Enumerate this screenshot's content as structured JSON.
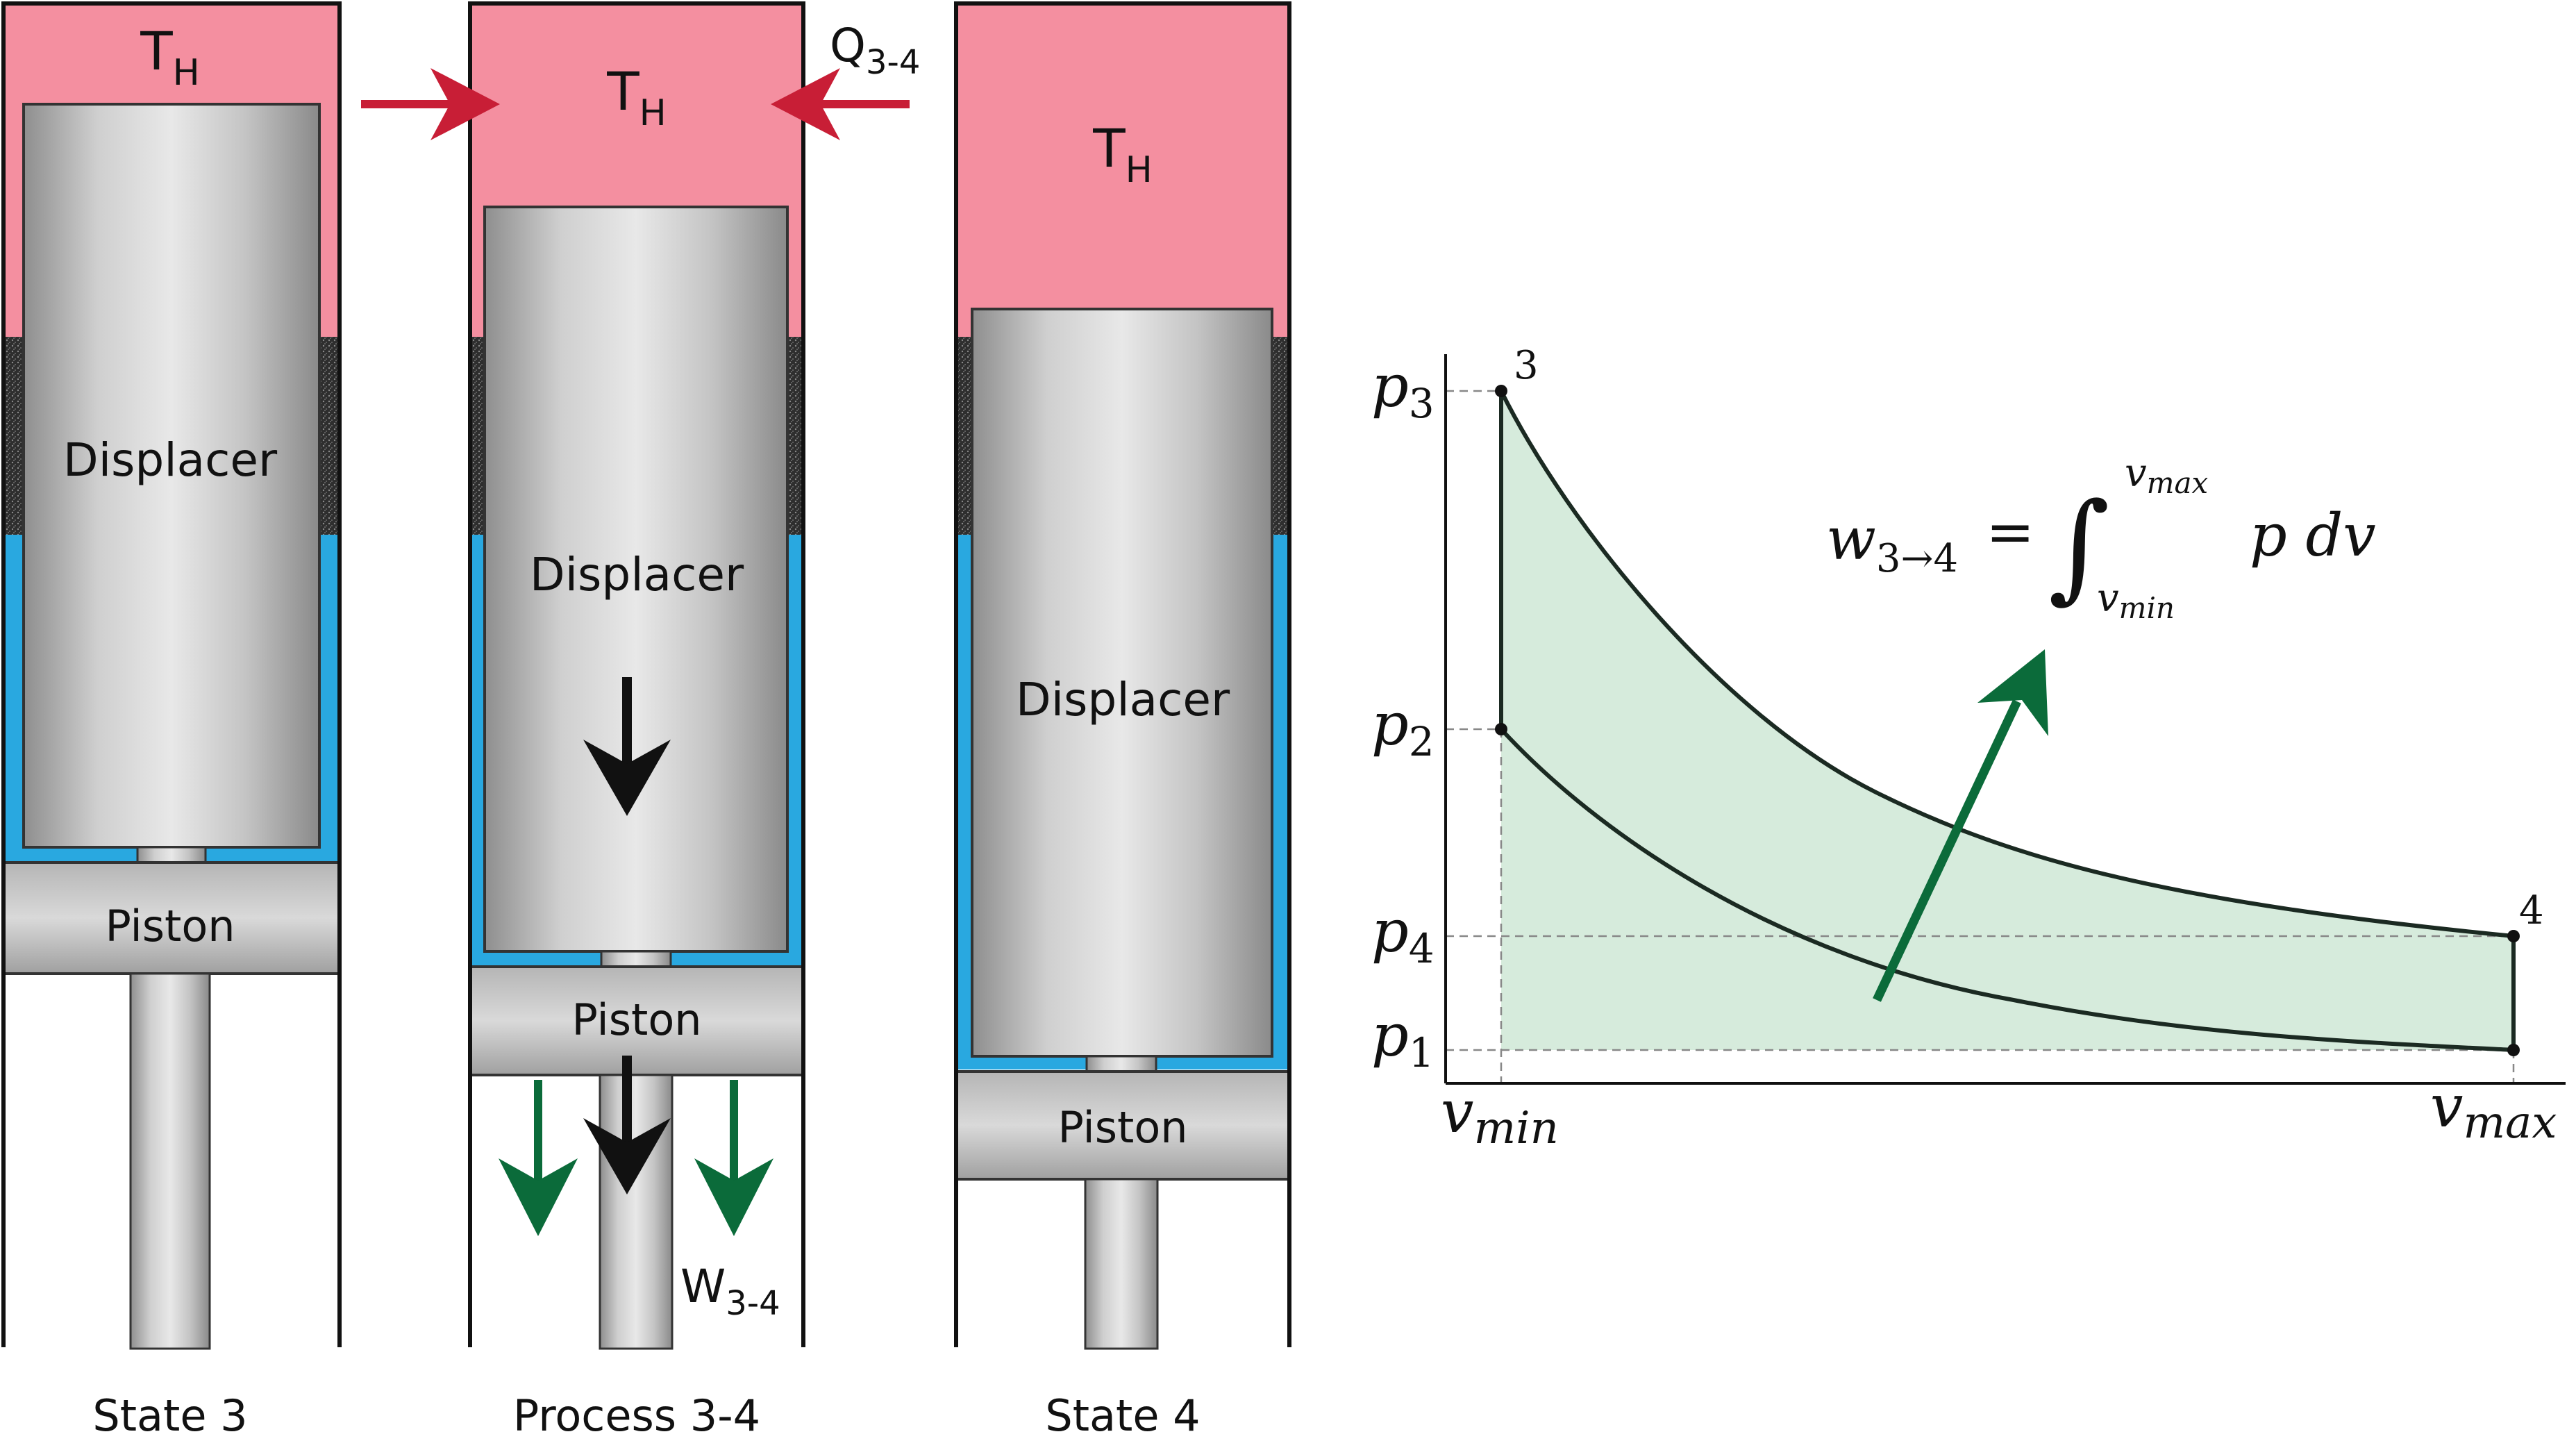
{
  "panels": [
    {
      "caption": "State 3",
      "temp_label": "T",
      "temp_sub": "H",
      "displacer_label": "Displacer",
      "piston_label": "Piston"
    },
    {
      "caption": "Process 3-4",
      "temp_label": "T",
      "temp_sub": "H",
      "displacer_label": "Displacer",
      "piston_label": "Piston",
      "heat_label": "Q",
      "heat_sub": "3-4",
      "work_label": "W",
      "work_sub": "3-4"
    },
    {
      "caption": "State 4",
      "temp_label": "T",
      "temp_sub": "H",
      "displacer_label": "Displacer",
      "piston_label": "Piston"
    }
  ],
  "pv_diagram": {
    "y_ticks": [
      {
        "base": "p",
        "sub": "3"
      },
      {
        "base": "p",
        "sub": "2"
      },
      {
        "base": "p",
        "sub": "4"
      },
      {
        "base": "p",
        "sub": "1"
      }
    ],
    "x_ticks": [
      {
        "base": "v",
        "sub": "min"
      },
      {
        "base": "v",
        "sub": "max"
      }
    ],
    "point_labels": {
      "p3": "3",
      "p4": "4"
    },
    "formula": {
      "lhs": "w",
      "lhs_sub": "3→4",
      "equals": "=",
      "integral": "∫",
      "upper": "v",
      "upper_sub": "max",
      "lower": "v",
      "lower_sub": "min",
      "integrand": "p dv"
    }
  },
  "colors": {
    "hot": "#f48fa0",
    "cold": "#29a8e0",
    "regenerator": "#3a3a3a",
    "heat_arrow": "#c81e36",
    "work_arrow": "#0b6b3a",
    "fill_area": "#d6ebdc",
    "metal": "#c8c8c8"
  }
}
